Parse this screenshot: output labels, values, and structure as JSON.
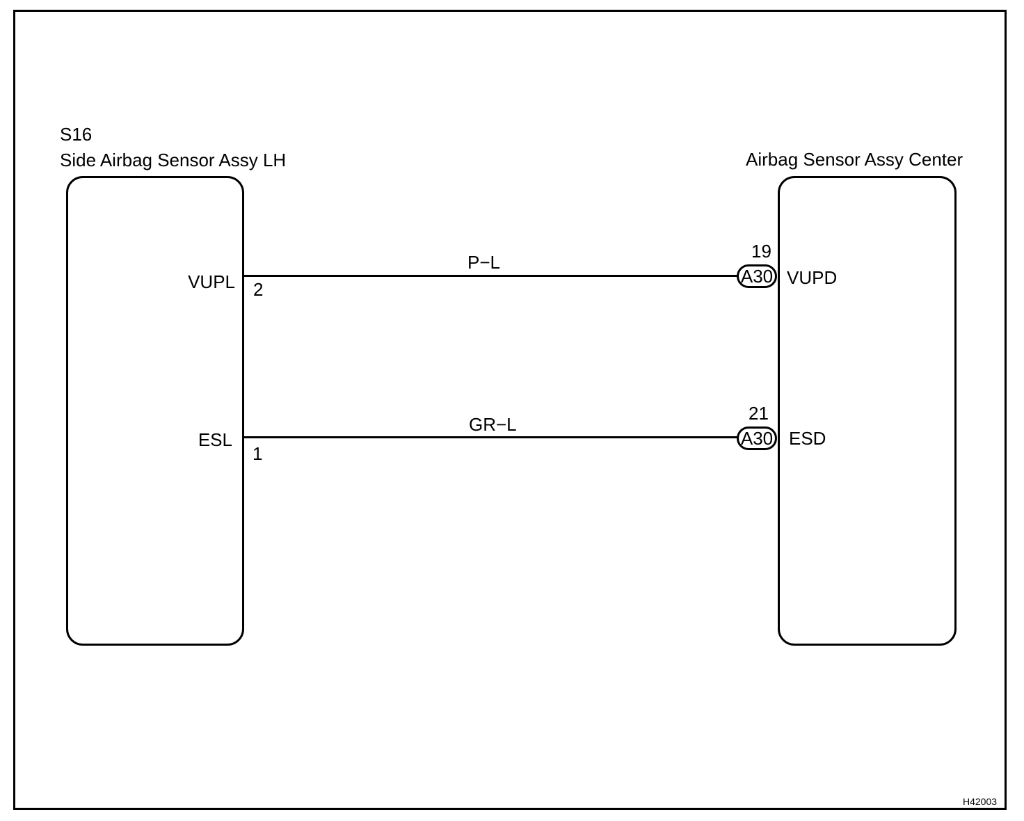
{
  "left_component": {
    "code": "S16",
    "name": "Side Airbag Sensor Assy LH",
    "pins": [
      {
        "terminal": "VUPL",
        "number": "2"
      },
      {
        "terminal": "ESL",
        "number": "1"
      }
    ]
  },
  "right_component": {
    "name": "Airbag Sensor Assy Center",
    "pins": [
      {
        "terminal": "VUPD",
        "number": "19",
        "connector": "A30"
      },
      {
        "terminal": "ESD",
        "number": "21",
        "connector": "A30"
      }
    ]
  },
  "wires": [
    {
      "color_code": "P−L"
    },
    {
      "color_code": "GR−L"
    }
  ],
  "figure_id": "H42003"
}
